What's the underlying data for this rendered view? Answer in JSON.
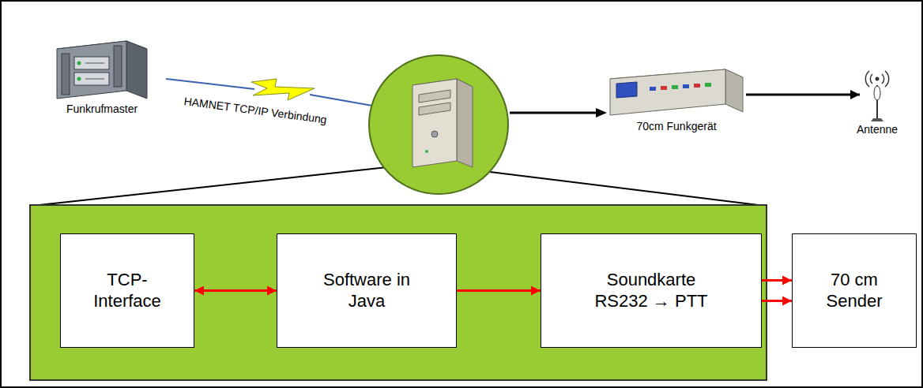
{
  "diagram": {
    "nodes": [
      {
        "text": [
          "Funkrufmaster"
        ]
      },
      {
        "text": [
          "70cm Funkgerät"
        ]
      },
      {
        "text": [
          "Antenne"
        ]
      },
      {
        "text": [
          "TCP- Interface"
        ]
      },
      {
        "text": [
          "Software in Java"
        ]
      },
      {
        "text": [
          "Soundkarte RS232 → PTT"
        ]
      },
      {
        "text": [
          "70 cm Sender"
        ]
      }
    ],
    "edges": [
      {
        "from": 1,
        "to": 2,
        "arrow": "to"
      },
      {
        "from": 3,
        "to": 4,
        "arrow": "both"
      },
      {
        "from": 4,
        "to": 5,
        "arrow": "to"
      },
      {
        "from": 5,
        "to": 6,
        "arrow": "to"
      },
      {
        "from": 5,
        "to": 6,
        "arrow": "to"
      }
    ],
    "labels": [
      "HAMNET TCP/IP Verbindung"
    ]
  }
}
